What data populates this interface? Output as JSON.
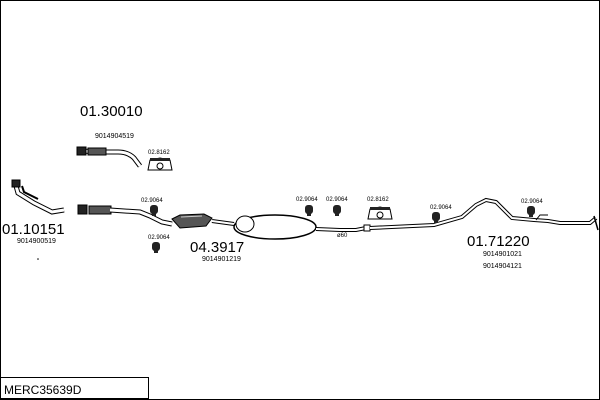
{
  "diagram": {
    "kit_code": "MERC35639D",
    "parts": [
      {
        "id": "front-pipe",
        "part_number": "01.10151",
        "oem": [
          "9014900519"
        ]
      },
      {
        "id": "repair-pipe",
        "part_number": "01.30010",
        "oem": [
          "9014904519"
        ]
      },
      {
        "id": "centre-silencer",
        "part_number": "04.3917",
        "oem": [
          "9014901219"
        ]
      },
      {
        "id": "rear-silencer",
        "part_number": "01.71220",
        "oem": [
          "9014901021",
          "9014904121"
        ]
      }
    ],
    "clips": {
      "a": "02.8162",
      "b": "02.9064",
      "c": "02.9064",
      "d": "02.9064",
      "e": "02.9064",
      "f": "02.8162",
      "g": "02.9064",
      "h": "02.9064"
    },
    "diameter_note": "ø60"
  }
}
